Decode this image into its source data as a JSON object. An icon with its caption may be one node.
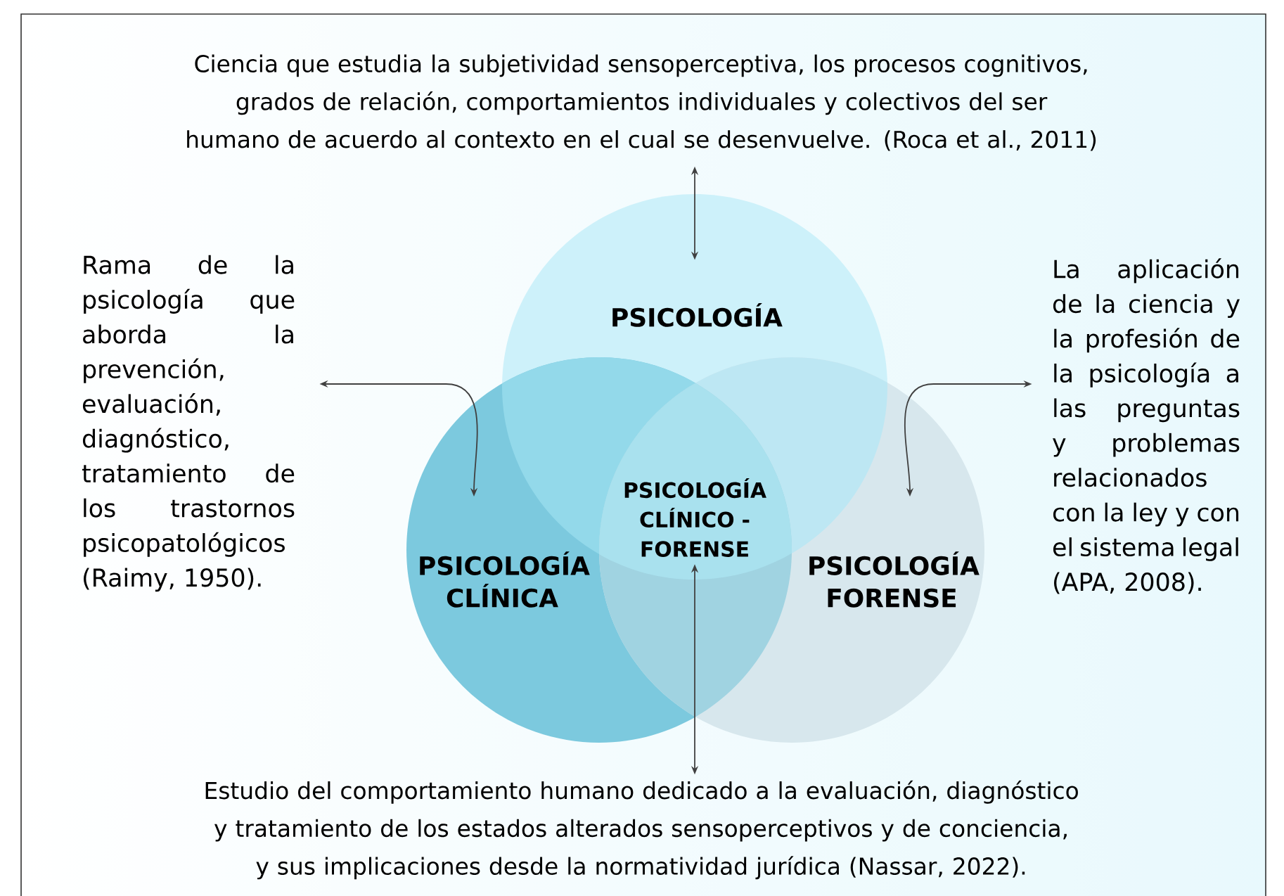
{
  "diagram": {
    "nodes": [
      {
        "text": [
          "Ciencia que estudia la subjetividad sensoperceptiva, los procesos cognitivos, grados de relación, comportamientos individuales y colectivos del ser humano de acuerdo al contexto en el cual se desenvuelve. (Roca et al., 2011)"
        ]
      },
      {
        "text": [
          "PSICOLOGÍA"
        ]
      },
      {
        "text": [
          "Rama de la psicología que aborda la prevención, evaluación, diagnóstico, tratamiento de los trastornos psicopatológicos (Raimy, 1950)."
        ]
      },
      {
        "text": [
          "PSICOLOGÍA CLÍNICA"
        ]
      },
      {
        "text": [
          "La aplicación de la ciencia y la profesión de la psicología a las preguntas y problemas relacionados con la ley y con el sistema legal (APA, 2008)."
        ]
      },
      {
        "text": [
          "PSICOLOGÍA FORENSE"
        ]
      },
      {
        "text": [
          "PSICOLOGÍA CLÍNICO - FORENSE"
        ]
      },
      {
        "text": [
          "Estudio del comportamiento humano dedicado a la evaluación, diagnóstico y tratamiento de los estados alterados sensoperceptivos y de conciencia, y sus implicaciones desde la normatividad jurídica (Nassar, 2022)."
        ]
      }
    ],
    "edges": [
      {
        "from": 0,
        "to": 1,
        "arrow": "both"
      },
      {
        "from": 2,
        "to": 3,
        "arrow": "both"
      },
      {
        "from": 4,
        "to": 5,
        "arrow": "both"
      },
      {
        "from": 6,
        "to": 7,
        "arrow": "both"
      }
    ]
  }
}
